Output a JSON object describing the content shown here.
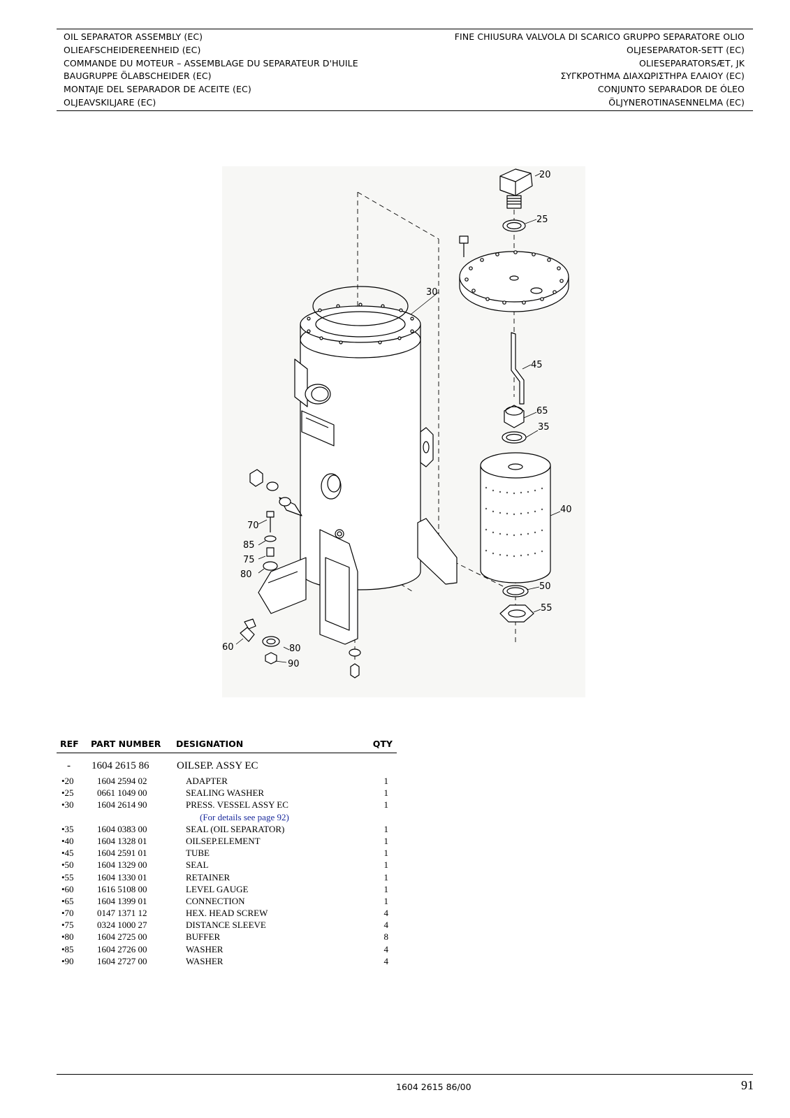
{
  "header": {
    "left": [
      "OIL SEPARATOR ASSEMBLY (EC)",
      "OLIEAFSCHEIDEREENHEID (EC)",
      "COMMANDE DU MOTEUR – ASSEMBLAGE DU SEPARATEUR D'HUILE",
      "BAUGRUPPE ÖLABSCHEIDER (EC)",
      "MONTAJE DEL SEPARADOR DE ACEITE (EC)",
      "OLJEAVSKILJARE (EC)"
    ],
    "right": [
      "FINE CHIUSURA VALVOLA DI SCARICO GRUPPO SEPARATORE OLIO",
      "OLJESEPARATOR-SETT (EC)",
      "OLIESEPARATORSÆT, JK",
      "ΣΥΓΚΡΟΤΗΜΑ ΔΙΑΧΩΡΙΣΤΗΡΑ ΕΛΑΙΟΥ (EC)",
      "CONJUNTO SEPARADOR DE ÓLEO",
      "ÖLJYNEROTINASENNELMA (EC)"
    ]
  },
  "diagram": {
    "labels": {
      "l20": "20",
      "l25": "25",
      "l30": "30",
      "l45": "45",
      "l65": "65",
      "l35": "35",
      "l40": "40",
      "l50": "50",
      "l55": "55",
      "l70": "70",
      "l85": "85",
      "l75": "75",
      "l80a": "80",
      "l60": "60",
      "l80b": "80",
      "l90": "90"
    }
  },
  "table": {
    "headers": {
      "ref": "REF",
      "part_number": "PART NUMBER",
      "designation": "DESIGNATION",
      "qty": "QTY"
    },
    "main": {
      "ref": "-",
      "part_number": "1604 2615 86",
      "designation": "OILSEP. ASSY EC"
    },
    "rows": [
      {
        "ref": "•20",
        "part_number": "1604 2594 02",
        "designation": "ADAPTER",
        "qty": "1"
      },
      {
        "ref": "•25",
        "part_number": "0661 1049 00",
        "designation": "SEALING WASHER",
        "qty": "1"
      },
      {
        "ref": "•30",
        "part_number": "1604 2614 90",
        "designation": "PRESS. VESSEL ASSY EC",
        "qty": "1"
      },
      {
        "ref": "",
        "part_number": "",
        "designation": "(For details see page 92)",
        "qty": ""
      },
      {
        "ref": "•35",
        "part_number": "1604 0383 00",
        "designation": "SEAL (OIL SEPARATOR)",
        "qty": "1"
      },
      {
        "ref": "•40",
        "part_number": "1604 1328 01",
        "designation": "OILSEP.ELEMENT",
        "qty": "1"
      },
      {
        "ref": "•45",
        "part_number": "1604 2591 01",
        "designation": "TUBE",
        "qty": "1"
      },
      {
        "ref": "•50",
        "part_number": "1604 1329 00",
        "designation": "SEAL",
        "qty": "1"
      },
      {
        "ref": "•55",
        "part_number": "1604 1330 01",
        "designation": "RETAINER",
        "qty": "1"
      },
      {
        "ref": "•60",
        "part_number": "1616 5108 00",
        "designation": "LEVEL GAUGE",
        "qty": "1"
      },
      {
        "ref": "•65",
        "part_number": "1604 1399 01",
        "designation": "CONNECTION",
        "qty": "1"
      },
      {
        "ref": "•70",
        "part_number": "0147 1371 12",
        "designation": "HEX. HEAD SCREW",
        "qty": "4"
      },
      {
        "ref": "•75",
        "part_number": "0324 1000 27",
        "designation": "DISTANCE SLEEVE",
        "qty": "4"
      },
      {
        "ref": "•80",
        "part_number": "1604 2725 00",
        "designation": "BUFFER",
        "qty": "8"
      },
      {
        "ref": "•85",
        "part_number": "1604 2726 00",
        "designation": "WASHER",
        "qty": "4"
      },
      {
        "ref": "•90",
        "part_number": "1604 2727 00",
        "designation": "WASHER",
        "qty": "4"
      }
    ]
  },
  "footer": {
    "doc_number": "1604 2615 86/00",
    "page_number": "91"
  }
}
